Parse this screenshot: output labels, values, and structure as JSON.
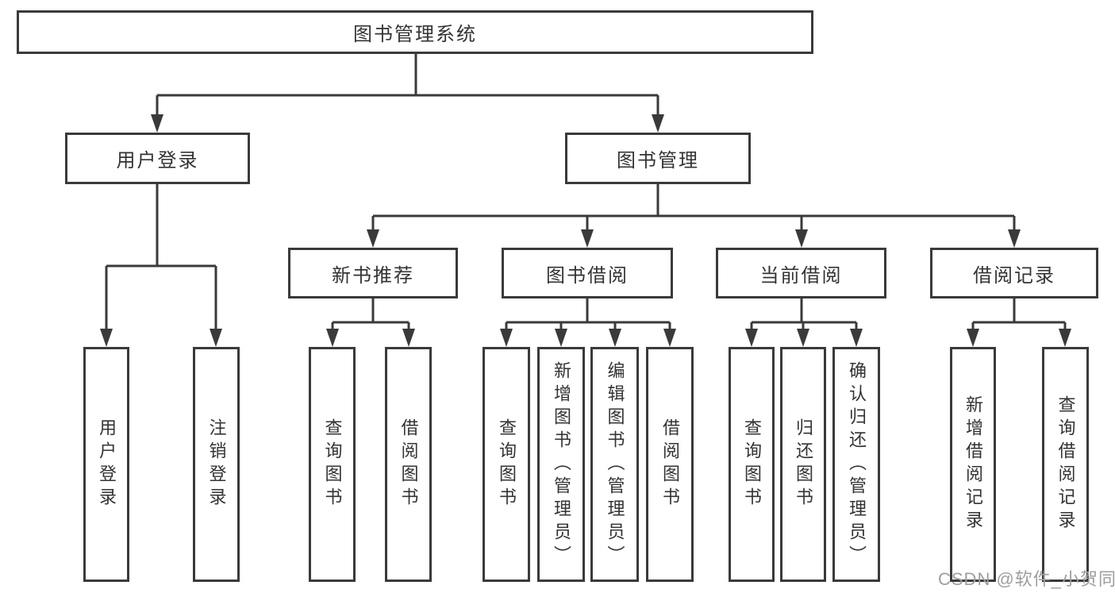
{
  "root": {
    "label": "图书管理系统"
  },
  "level2": [
    {
      "label": "用户登录"
    },
    {
      "label": "图书管理"
    }
  ],
  "level3": [
    {
      "label": "新书推荐"
    },
    {
      "label": "图书借阅"
    },
    {
      "label": "当前借阅"
    },
    {
      "label": "借阅记录"
    }
  ],
  "leafGroups": [
    {
      "parent": "用户登录",
      "items": [
        "用户登录",
        "注销登录"
      ]
    },
    {
      "parent": "新书推荐",
      "items": [
        "查询图书",
        "借阅图书"
      ]
    },
    {
      "parent": "图书借阅",
      "items": [
        "查询图书",
        "新增图书（管理员）",
        "编辑图书（管理员）",
        "借阅图书"
      ]
    },
    {
      "parent": "当前借阅",
      "items": [
        "查询图书",
        "归还图书",
        "确认归还（管理员）"
      ]
    },
    {
      "parent": "借阅记录",
      "items": [
        "新增借阅记录",
        "查询借阅记录"
      ]
    }
  ],
  "watermark": "CSDN @软件_小贺同学",
  "colors": {
    "line": "#3a3a3a",
    "text": "#333333",
    "box_bg": "#ffffff",
    "watermark": "#9e9e9e",
    "background": "#ffffff"
  }
}
